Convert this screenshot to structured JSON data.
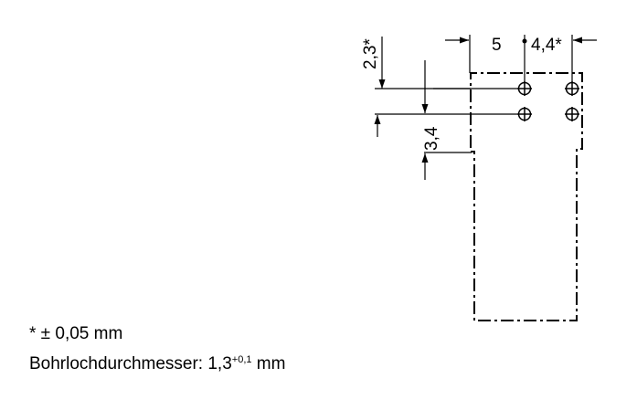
{
  "dimensions": {
    "d23": "2,3*",
    "d34": "3,4",
    "d5": "5",
    "d44": "4,4*"
  },
  "notes": {
    "tolerance": "* ± 0,05 mm",
    "hole_label": "Bohrlochdurchmesser: 1,3",
    "hole_tolerance": "+0,1",
    "hole_unit": " mm"
  },
  "colors": {
    "ink": "#000000",
    "background": "#ffffff"
  }
}
